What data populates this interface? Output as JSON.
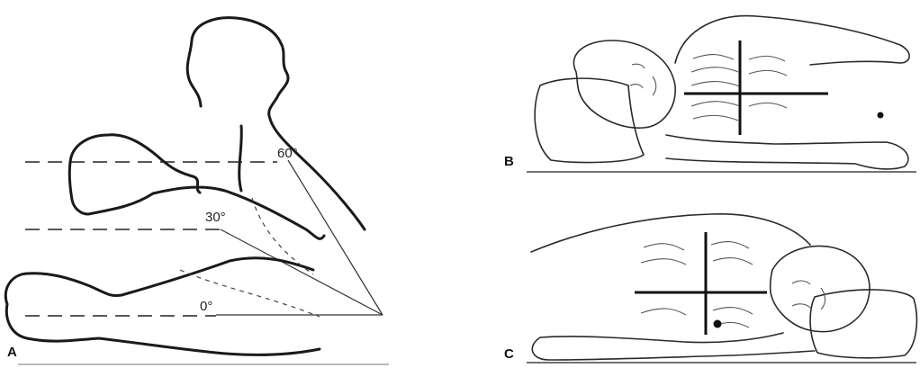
{
  "panels": {
    "a": {
      "letter": "A",
      "angles": [
        "60°",
        "30°",
        "0°"
      ]
    },
    "b": {
      "letter": "B"
    },
    "c": {
      "letter": "C"
    }
  }
}
